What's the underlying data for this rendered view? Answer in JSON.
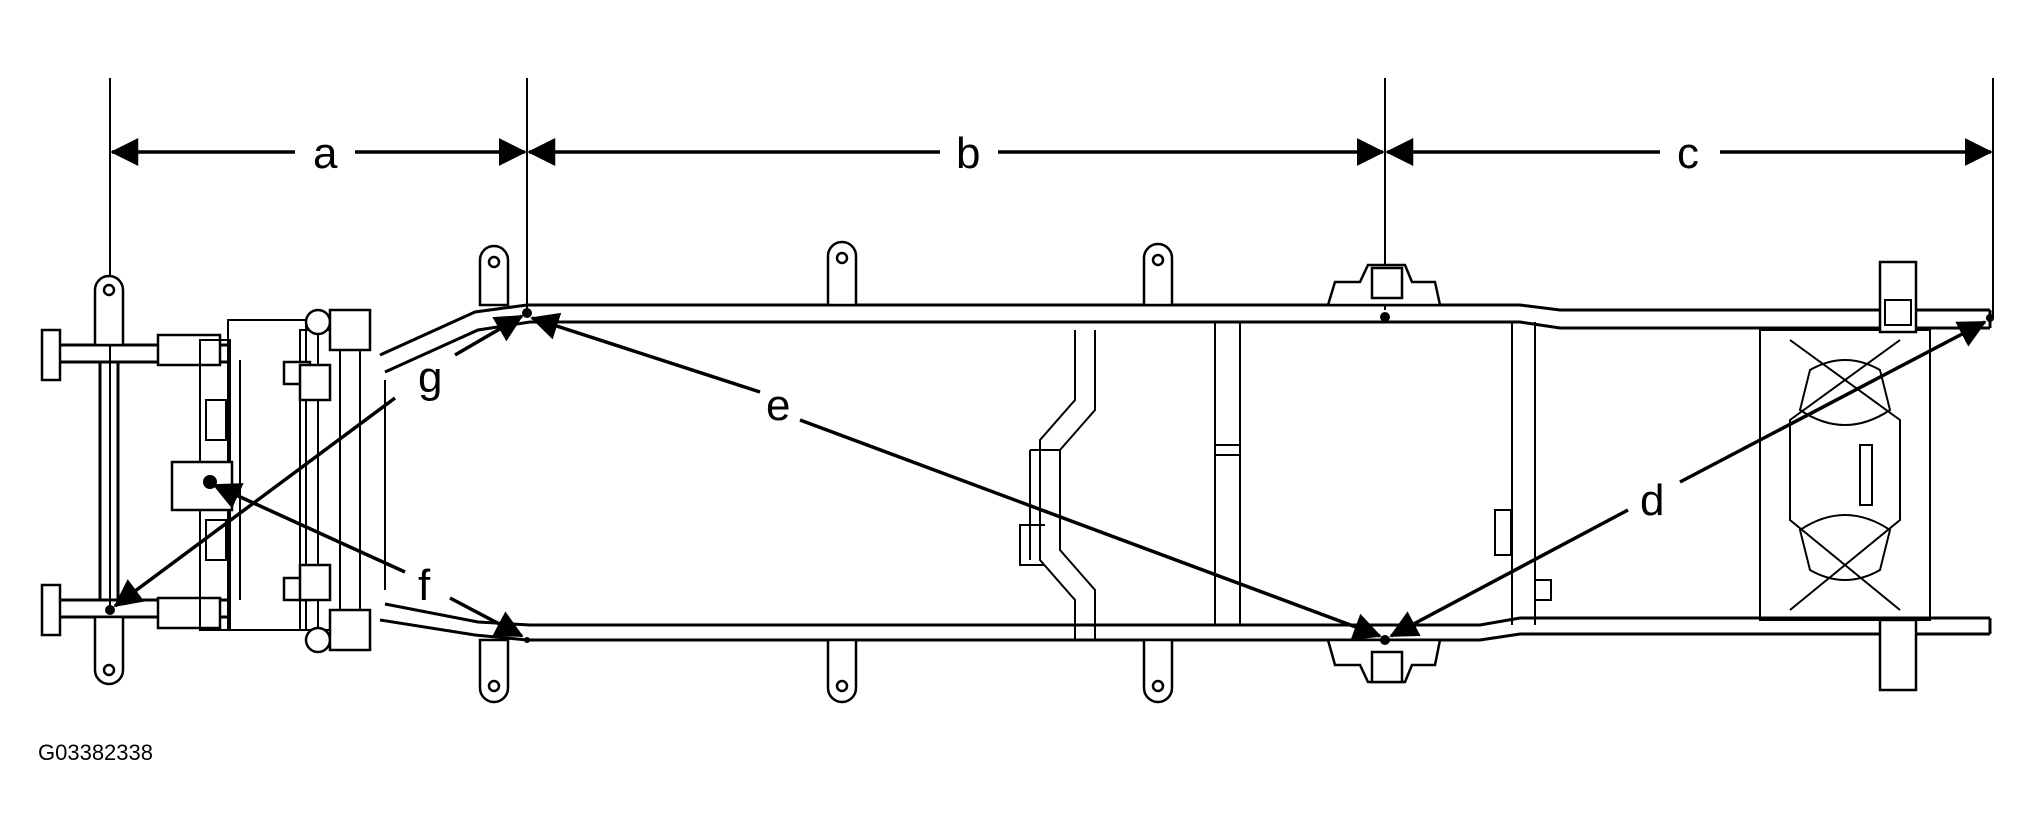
{
  "labels": {
    "a": "a",
    "b": "b",
    "c": "c",
    "d": "d",
    "e": "e",
    "f": "f",
    "g": "g"
  },
  "figure_code": "G03382338"
}
